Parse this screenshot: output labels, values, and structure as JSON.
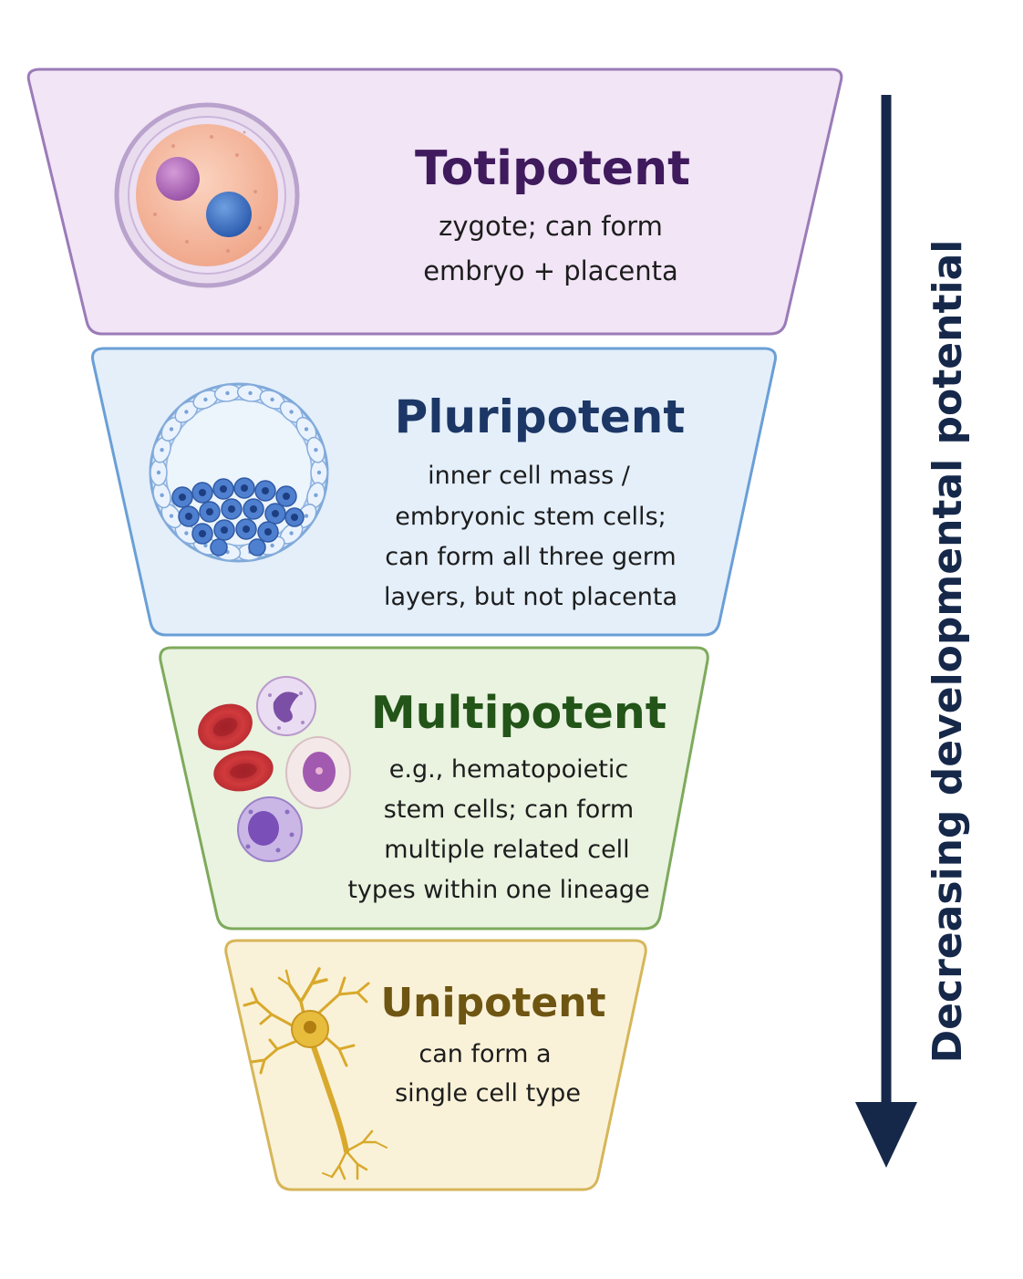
{
  "tiers": [
    {
      "title": "Totipotent",
      "lines": [
        "zygote; can form",
        "embryo + placenta"
      ],
      "fill": "#f1e5f6",
      "stroke": "#9b7bb8",
      "title_color": "#3f1a5c",
      "icon": "zygote-icon"
    },
    {
      "title": "Pluripotent",
      "lines": [
        "inner cell mass /",
        "embryonic stem cells;",
        "can form all three germ",
        "layers, but not placenta"
      ],
      "fill": "#e4effa",
      "stroke": "#6a9fd6",
      "title_color": "#1c3766",
      "icon": "blastocyst-icon"
    },
    {
      "title": "Multipotent",
      "lines": [
        "e.g., hematopoietic",
        "stem cells; can form",
        "multiple related cell",
        "types within one lineage"
      ],
      "fill": "#e9f3e0",
      "stroke": "#7eaa5c",
      "title_color": "#235418",
      "icon": "blood-cells-icon"
    },
    {
      "title": "Unipotent",
      "lines": [
        "can form a",
        "single cell type"
      ],
      "fill": "#faf2d8",
      "stroke": "#d6b65a",
      "title_color": "#6e5512",
      "icon": "neuron-icon"
    }
  ],
  "arrow": {
    "label": "Decreasing developmental potential",
    "color": "#16284a"
  },
  "text_color": "#1d1d1d"
}
